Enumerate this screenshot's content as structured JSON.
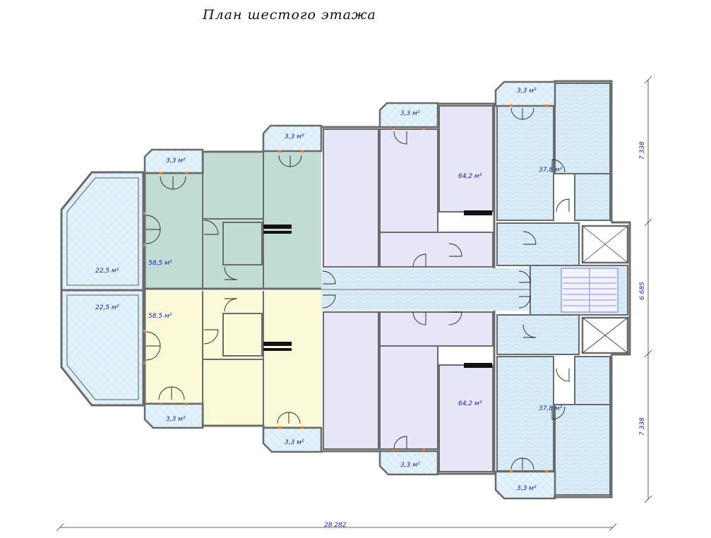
{
  "title": "План шестого этажа",
  "colors": {
    "green": "#c1dcd3",
    "yellow": "#fafad8",
    "lavender": "#e6e6f8",
    "blue": "#d8ecf7",
    "balcony": "#e4f2fb",
    "wall": "#6a6a6a",
    "label": "#1b1bb0",
    "orange": "#f07d28"
  },
  "labels": {
    "big_balcony_top": "22,5 м²",
    "big_balcony_bottom": "22,5 м²",
    "apt_green": "58,5 м²",
    "apt_yellow": "58,5 м²",
    "apt_lavender_top": "64,2 м²",
    "apt_lavender_bottom": "64,2 м²",
    "apt_blue_top": "37,8 м²",
    "apt_blue_bottom": "37,8 м²",
    "balcony_1": "3,3 м²",
    "balcony_2": "3,3 м²",
    "balcony_3": "3,3 м²",
    "balcony_4": "3,3 м²",
    "balcony_5": "3,3 м²",
    "balcony_6": "3,3 м²",
    "balcony_7": "3,3 м²",
    "balcony_8": "3,3 м²"
  },
  "dimensions": {
    "total_width": "28 282",
    "right_top": "7 338",
    "right_middle": "6 685",
    "right_bottom": "7 338"
  }
}
